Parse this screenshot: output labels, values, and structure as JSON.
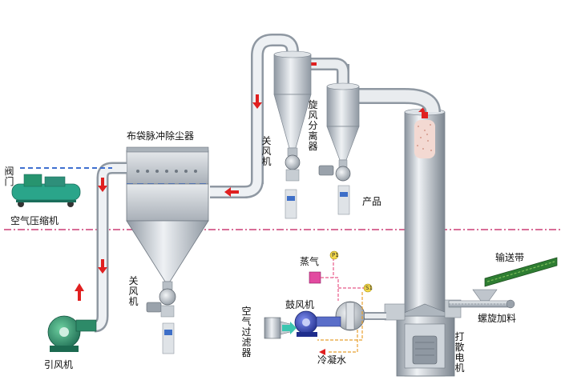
{
  "labels": {
    "bag_filter": "布袋脉冲除尘器",
    "valve": "阀门",
    "air_compressor": "空气压缩机",
    "rotary_valve_top": "关风机",
    "rotary_valve_bottom": "关风机",
    "cyclone": "旋风分离器",
    "product": "产品",
    "steam": "蒸气",
    "blower": "鼓风机",
    "air_filter": "空气过滤器",
    "condensate": "冷凝水",
    "conveyor": "输送带",
    "screw_feeder": "螺旋加料",
    "disperser_motor": "打散电机",
    "induced_fan": "引风机",
    "gauge_p1": "P1",
    "gauge_s1": "S1"
  },
  "colors": {
    "pipe": "#c9cfd6",
    "divider": "#c2185b",
    "arrow": "#e02020",
    "steam_line": "#e85a8a",
    "water_line": "#e8a030",
    "compressor": "#2aa58a",
    "conveyor": "#2e7d32"
  }
}
